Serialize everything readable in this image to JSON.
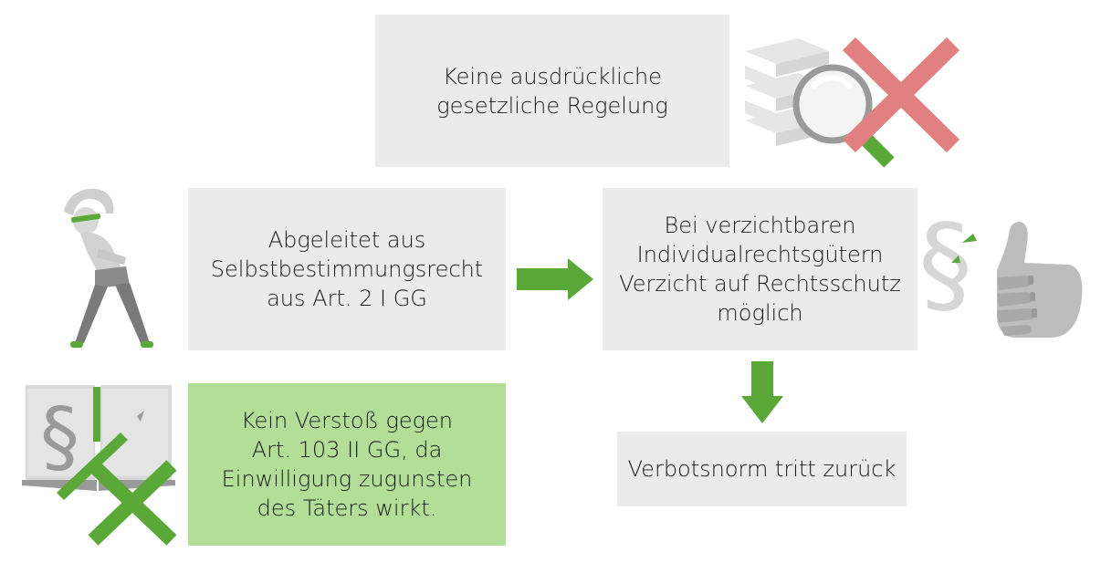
{
  "boxes": {
    "top": "Keine ausdrückliche\ngesetzliche Regelung",
    "left": "Abgeleitet aus\nSelbstbestimmungsrecht\naus Art. 2 I GG",
    "right": "Bei verzichtbaren\nIndividualrechtsgütern\nVerzicht auf Rechtsschutz\nmöglich",
    "green": "Kein Verstoß gegen\nArt. 103 II GG, da\nEinwilligung zugunsten\ndes Täters wirkt.",
    "bottom": "Verbotsnorm tritt zurück"
  },
  "icons": {
    "top": "magnifier-over-documents-with-red-cross-icon",
    "left_person": "stretching-person-icon",
    "right_paragraph": "paragraph-sign-icon",
    "right_hand": "thumbs-up-icon",
    "bottom_left_book": "law-book-icon",
    "bottom_left_cross": "green-cross-icon"
  },
  "colors": {
    "box_gray": "#ebebeb",
    "box_green": "#b2de98",
    "arrow_green": "#5aa838",
    "cross_red": "#e08080",
    "icon_gray": "#a8a8a8"
  }
}
